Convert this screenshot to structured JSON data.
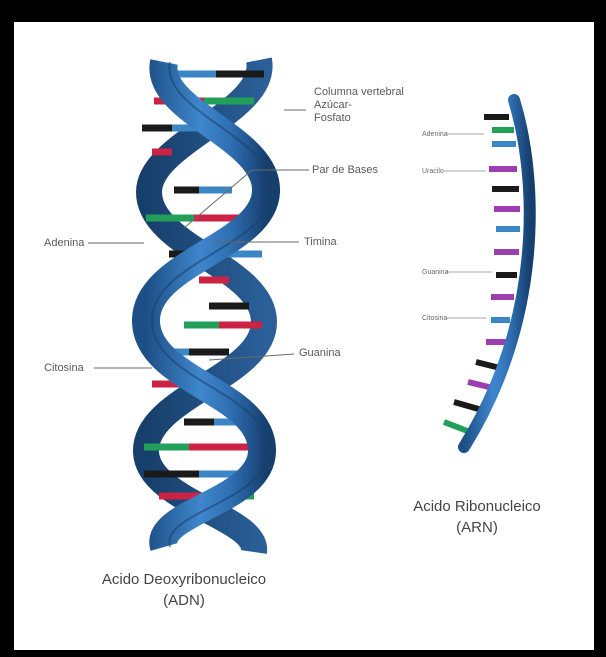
{
  "dna": {
    "backbone_label_line1": "Columna vertebral",
    "backbone_label_line2": "Azúcar-",
    "backbone_label_line3": "Fosfato",
    "base_pair_label": "Par de Bases",
    "adenine_label": "Adenina",
    "thymine_label": "Timina",
    "cytosine_label": "Citosina",
    "guanine_label": "Guanina",
    "caption_line1": "Acido Deoxyribonucleico",
    "caption_line2": "(ADN)"
  },
  "rna": {
    "adenine_label": "Adenina",
    "uracil_label": "Uracilo",
    "guanine_label": "Guanina",
    "cytosine_label": "Citosina",
    "caption_line1": "Acido Ribonucleico",
    "caption_line2": "(ARN)"
  },
  "colors": {
    "backbone": "#2f6fb3",
    "backbone_dark": "#1d4f86",
    "adenine": "#cc2244",
    "thymine": "#1a1a1a",
    "guanine": "#22a05a",
    "cytosine": "#3b86c4",
    "uracil": "#9b3fb0"
  }
}
